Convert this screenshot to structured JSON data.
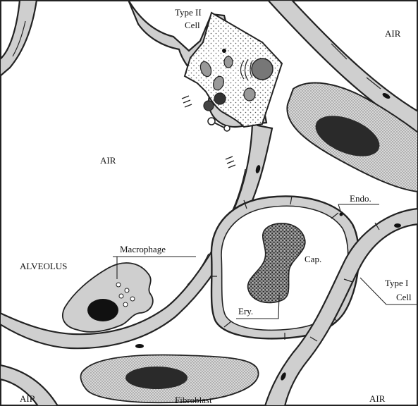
{
  "labels": {
    "type2_line1": "Type II",
    "type2_line2": "Cell",
    "air_top_right": "AIR",
    "air_left": "AIR",
    "alveolus": "ALVEOLUS",
    "macrophage": "Macrophage",
    "endo": "Endo.",
    "cap": "Cap.",
    "ery": "Ery.",
    "type1_line1": "Type I",
    "type1_line2": "Cell",
    "air_bottom_left": "AIR",
    "fibroblast": "Fibroblast",
    "air_bottom_right": "AIR"
  }
}
